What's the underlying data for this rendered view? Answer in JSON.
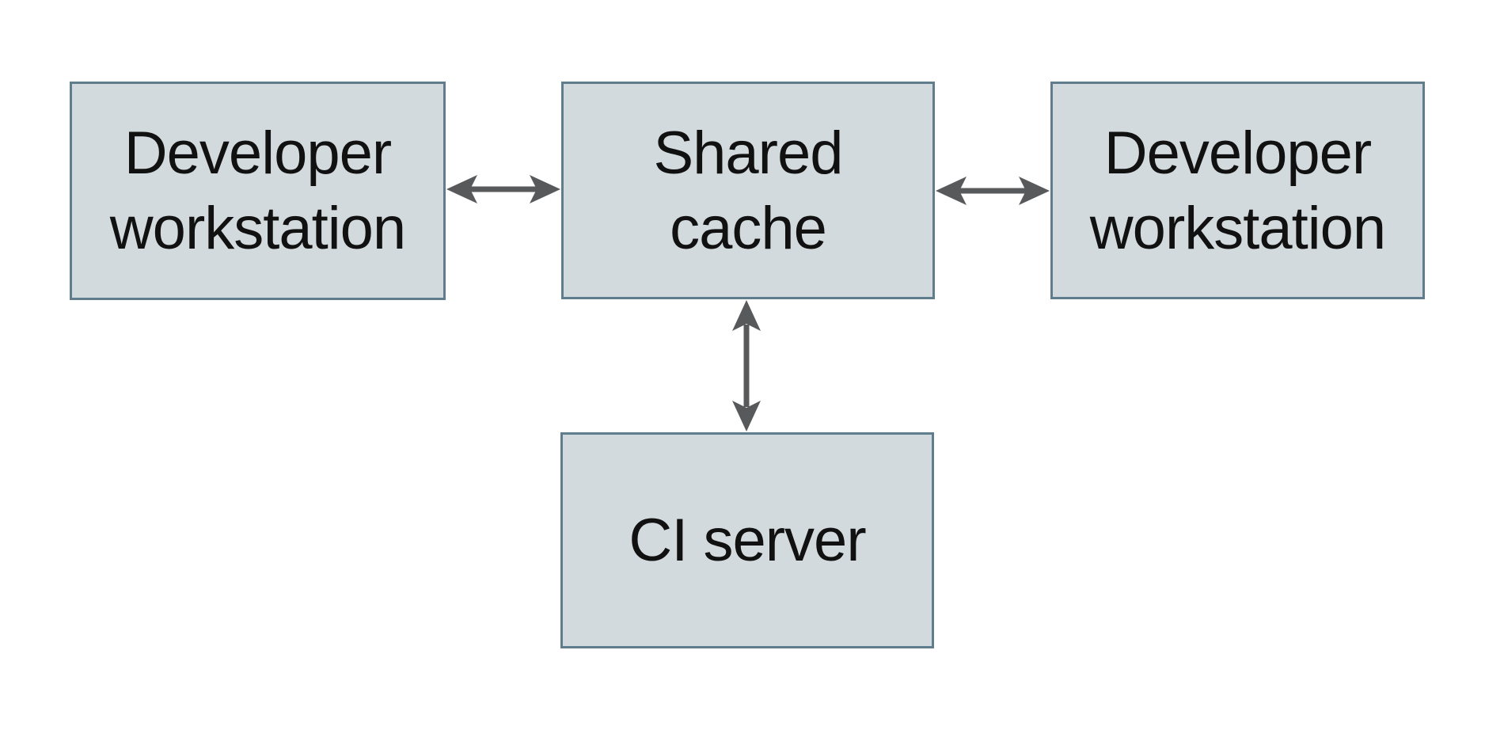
{
  "diagram": {
    "nodes": [
      {
        "id": "developer-workstation-left",
        "label": "Developer\nworkstation"
      },
      {
        "id": "shared-cache",
        "label": "Shared\ncache"
      },
      {
        "id": "developer-workstation-right",
        "label": "Developer\nworkstation"
      },
      {
        "id": "ci-server",
        "label": "CI server"
      }
    ],
    "edges": [
      {
        "from": "developer-workstation-left",
        "to": "shared-cache",
        "direction": "bidirectional",
        "orientation": "horizontal"
      },
      {
        "from": "shared-cache",
        "to": "developer-workstation-right",
        "direction": "bidirectional",
        "orientation": "horizontal"
      },
      {
        "from": "shared-cache",
        "to": "ci-server",
        "direction": "bidirectional",
        "orientation": "vertical"
      }
    ]
  },
  "colors": {
    "node_fill": "#d3dadd",
    "node_border": "#5f7d8c",
    "arrow": "#58595b",
    "text": "#111111",
    "background": "#ffffff"
  }
}
